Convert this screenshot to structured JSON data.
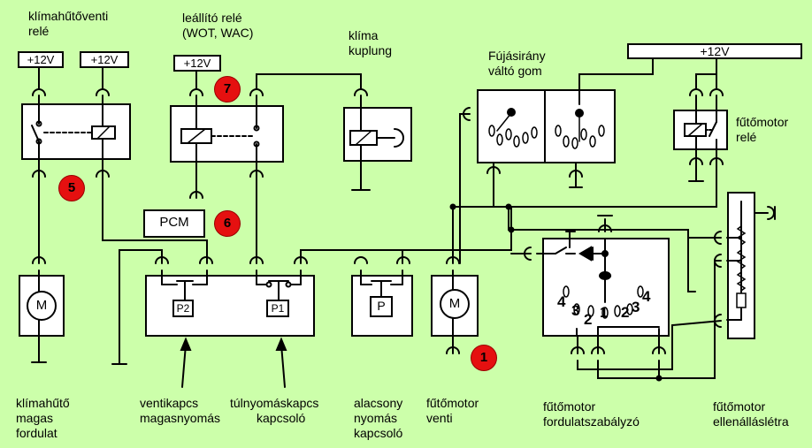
{
  "supplies": [
    "+12V",
    "+12V",
    "+12V",
    "+12V"
  ],
  "labels": {
    "klimahuto_venti_rele": "klímahűtőventi\nrelé",
    "leallito_rele": "leállító relé\n(WOT, WAC)",
    "klima_kuplung": "klíma\nkuplung",
    "fujasirany_valto": "Fújásirány\nváltó gom",
    "futomotor_rele": "fűtőmotor\nrelé",
    "klimahuto_magas": "klímahűtő\nmagas\nfordulat",
    "ventikapcs": "ventikapcs\nmagasnyomás",
    "tulnyomaskapcs": "túlnyomáskapcs",
    "kapcsolo": "kapcsoló",
    "alacsony_nyomas": "alacsony\nnyomás\nkapcsoló",
    "futomotor_venti": "fűtőmotor\nventi",
    "fordulatszabalyzo": "fűtőmotor\nfordulatszabályzó",
    "ellenallasletra": "fűtőmotor\nellenálláslétra"
  },
  "components": {
    "pcm": "PCM",
    "p2": "P2",
    "p1": "P1",
    "p": "P",
    "motor": "M"
  },
  "speed_numbers": [
    "4",
    "3",
    "2",
    "1",
    "2",
    "3",
    "4"
  ],
  "badges": [
    "5",
    "7",
    "6",
    "1"
  ],
  "colors": {
    "background": "#ccffaa",
    "badge": "#e51010",
    "line": "#000000",
    "box_fill": "#ffffff"
  }
}
